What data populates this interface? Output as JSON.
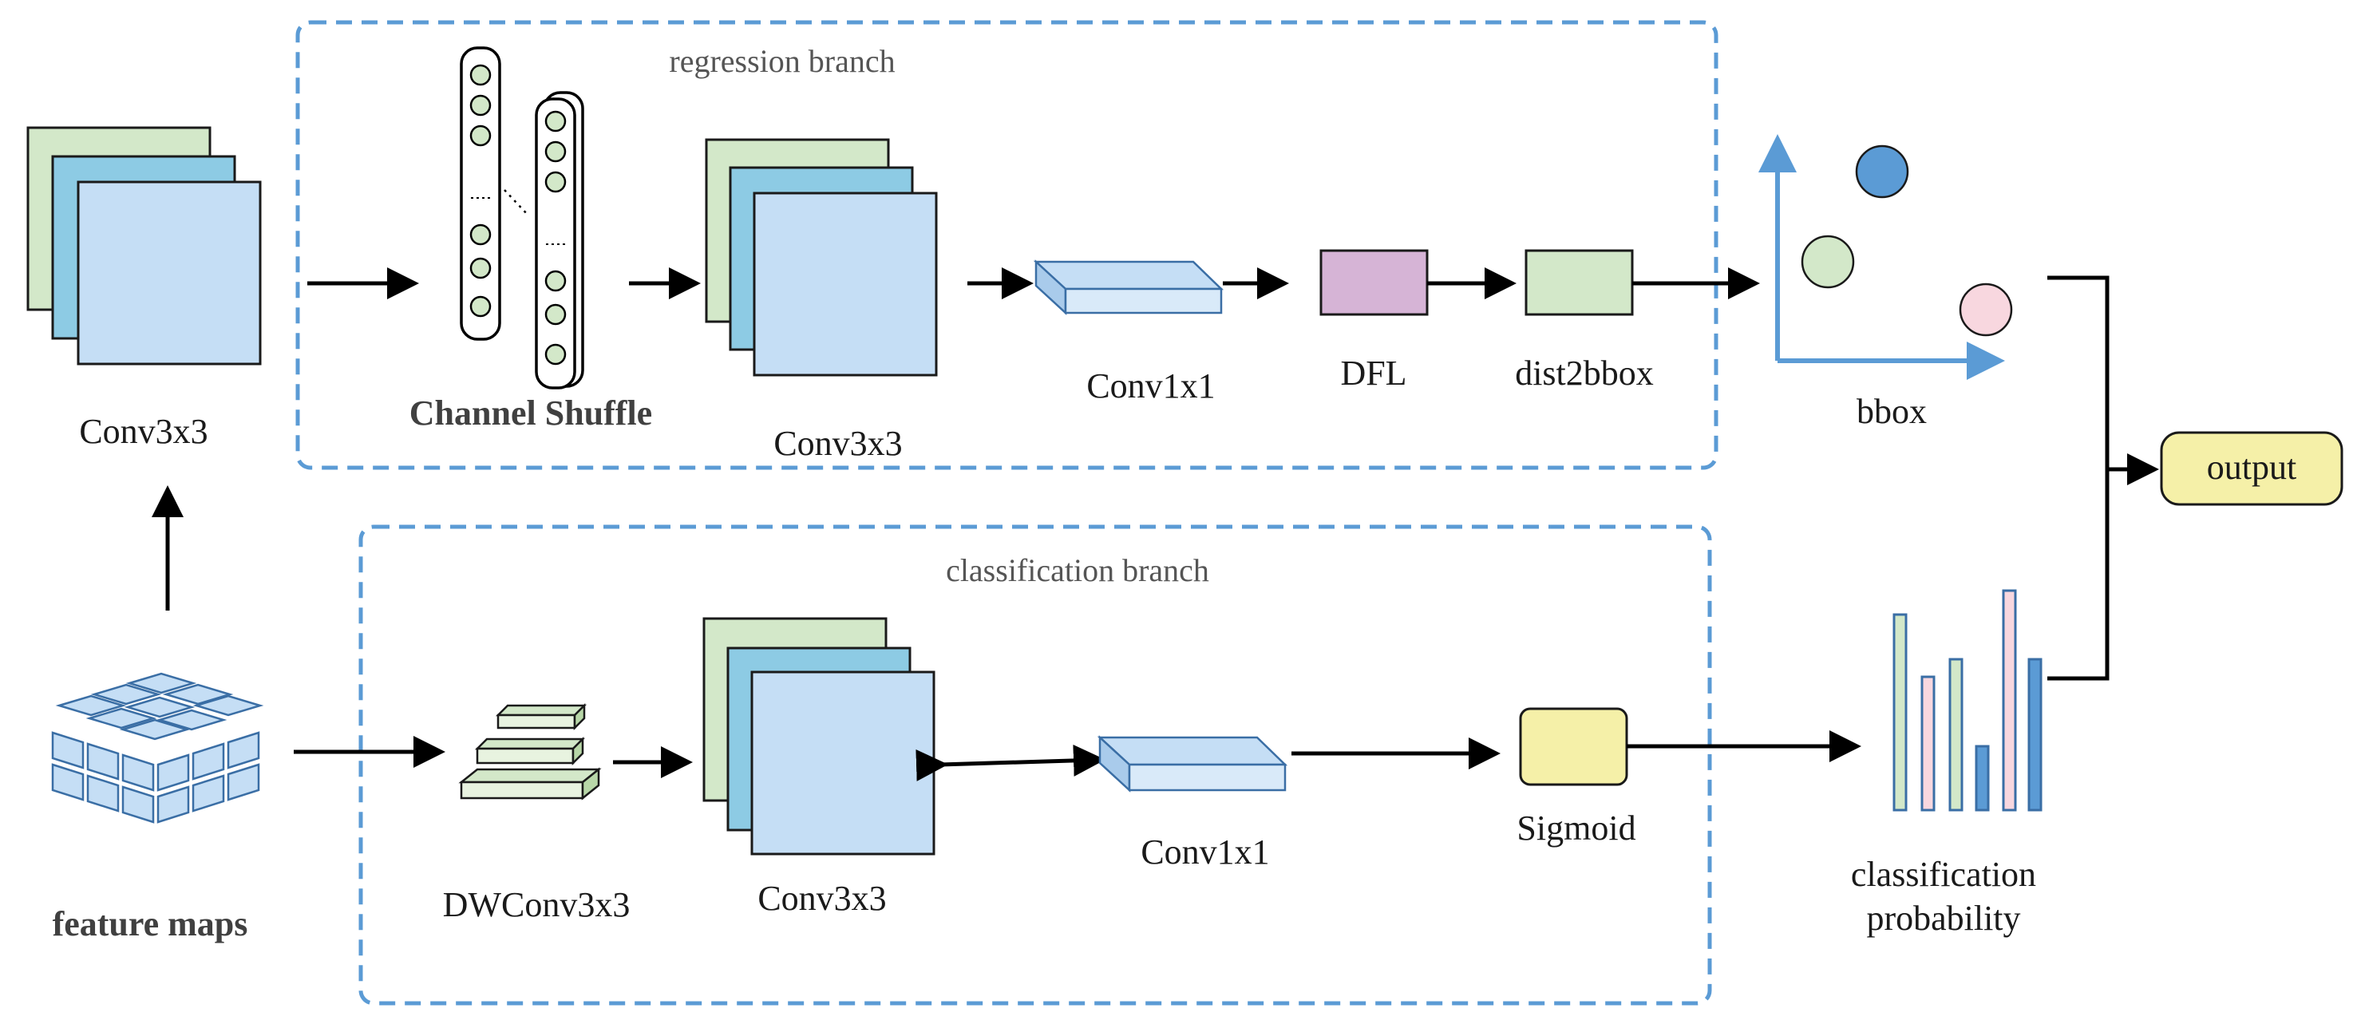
{
  "regression_branch": {
    "title": "regression branch",
    "channel_shuffle_label": "Channel Shuffle",
    "conv3x3_label": "Conv3x3",
    "conv1x1_label": "Conv1x1",
    "dfl_label": "DFL",
    "dist2bbox_label": "dist2bbox"
  },
  "classification_branch": {
    "title": "classification branch",
    "dwconv_label": "DWConv3x3",
    "conv3x3_label": "Conv3x3",
    "conv1x1_label": "Conv1x1",
    "sigmoid_label": "Sigmoid"
  },
  "input": {
    "conv3x3_label": "Conv3x3",
    "feature_maps_label": "feature maps"
  },
  "outputs": {
    "bbox_label": "bbox",
    "classification_probability_line1": "classification",
    "classification_probability_line2": "probability",
    "output_label": "output"
  },
  "colors": {
    "green": "#d3e8c9",
    "cyan": "#8dcbe4",
    "light_blue": "#c5def5",
    "purple": "#d6b4d6",
    "yellow": "#f5f0a8",
    "pink": "#f8d7df",
    "accent_blue": "#5b9bd5",
    "dashed_border": "#5b9bd5"
  }
}
